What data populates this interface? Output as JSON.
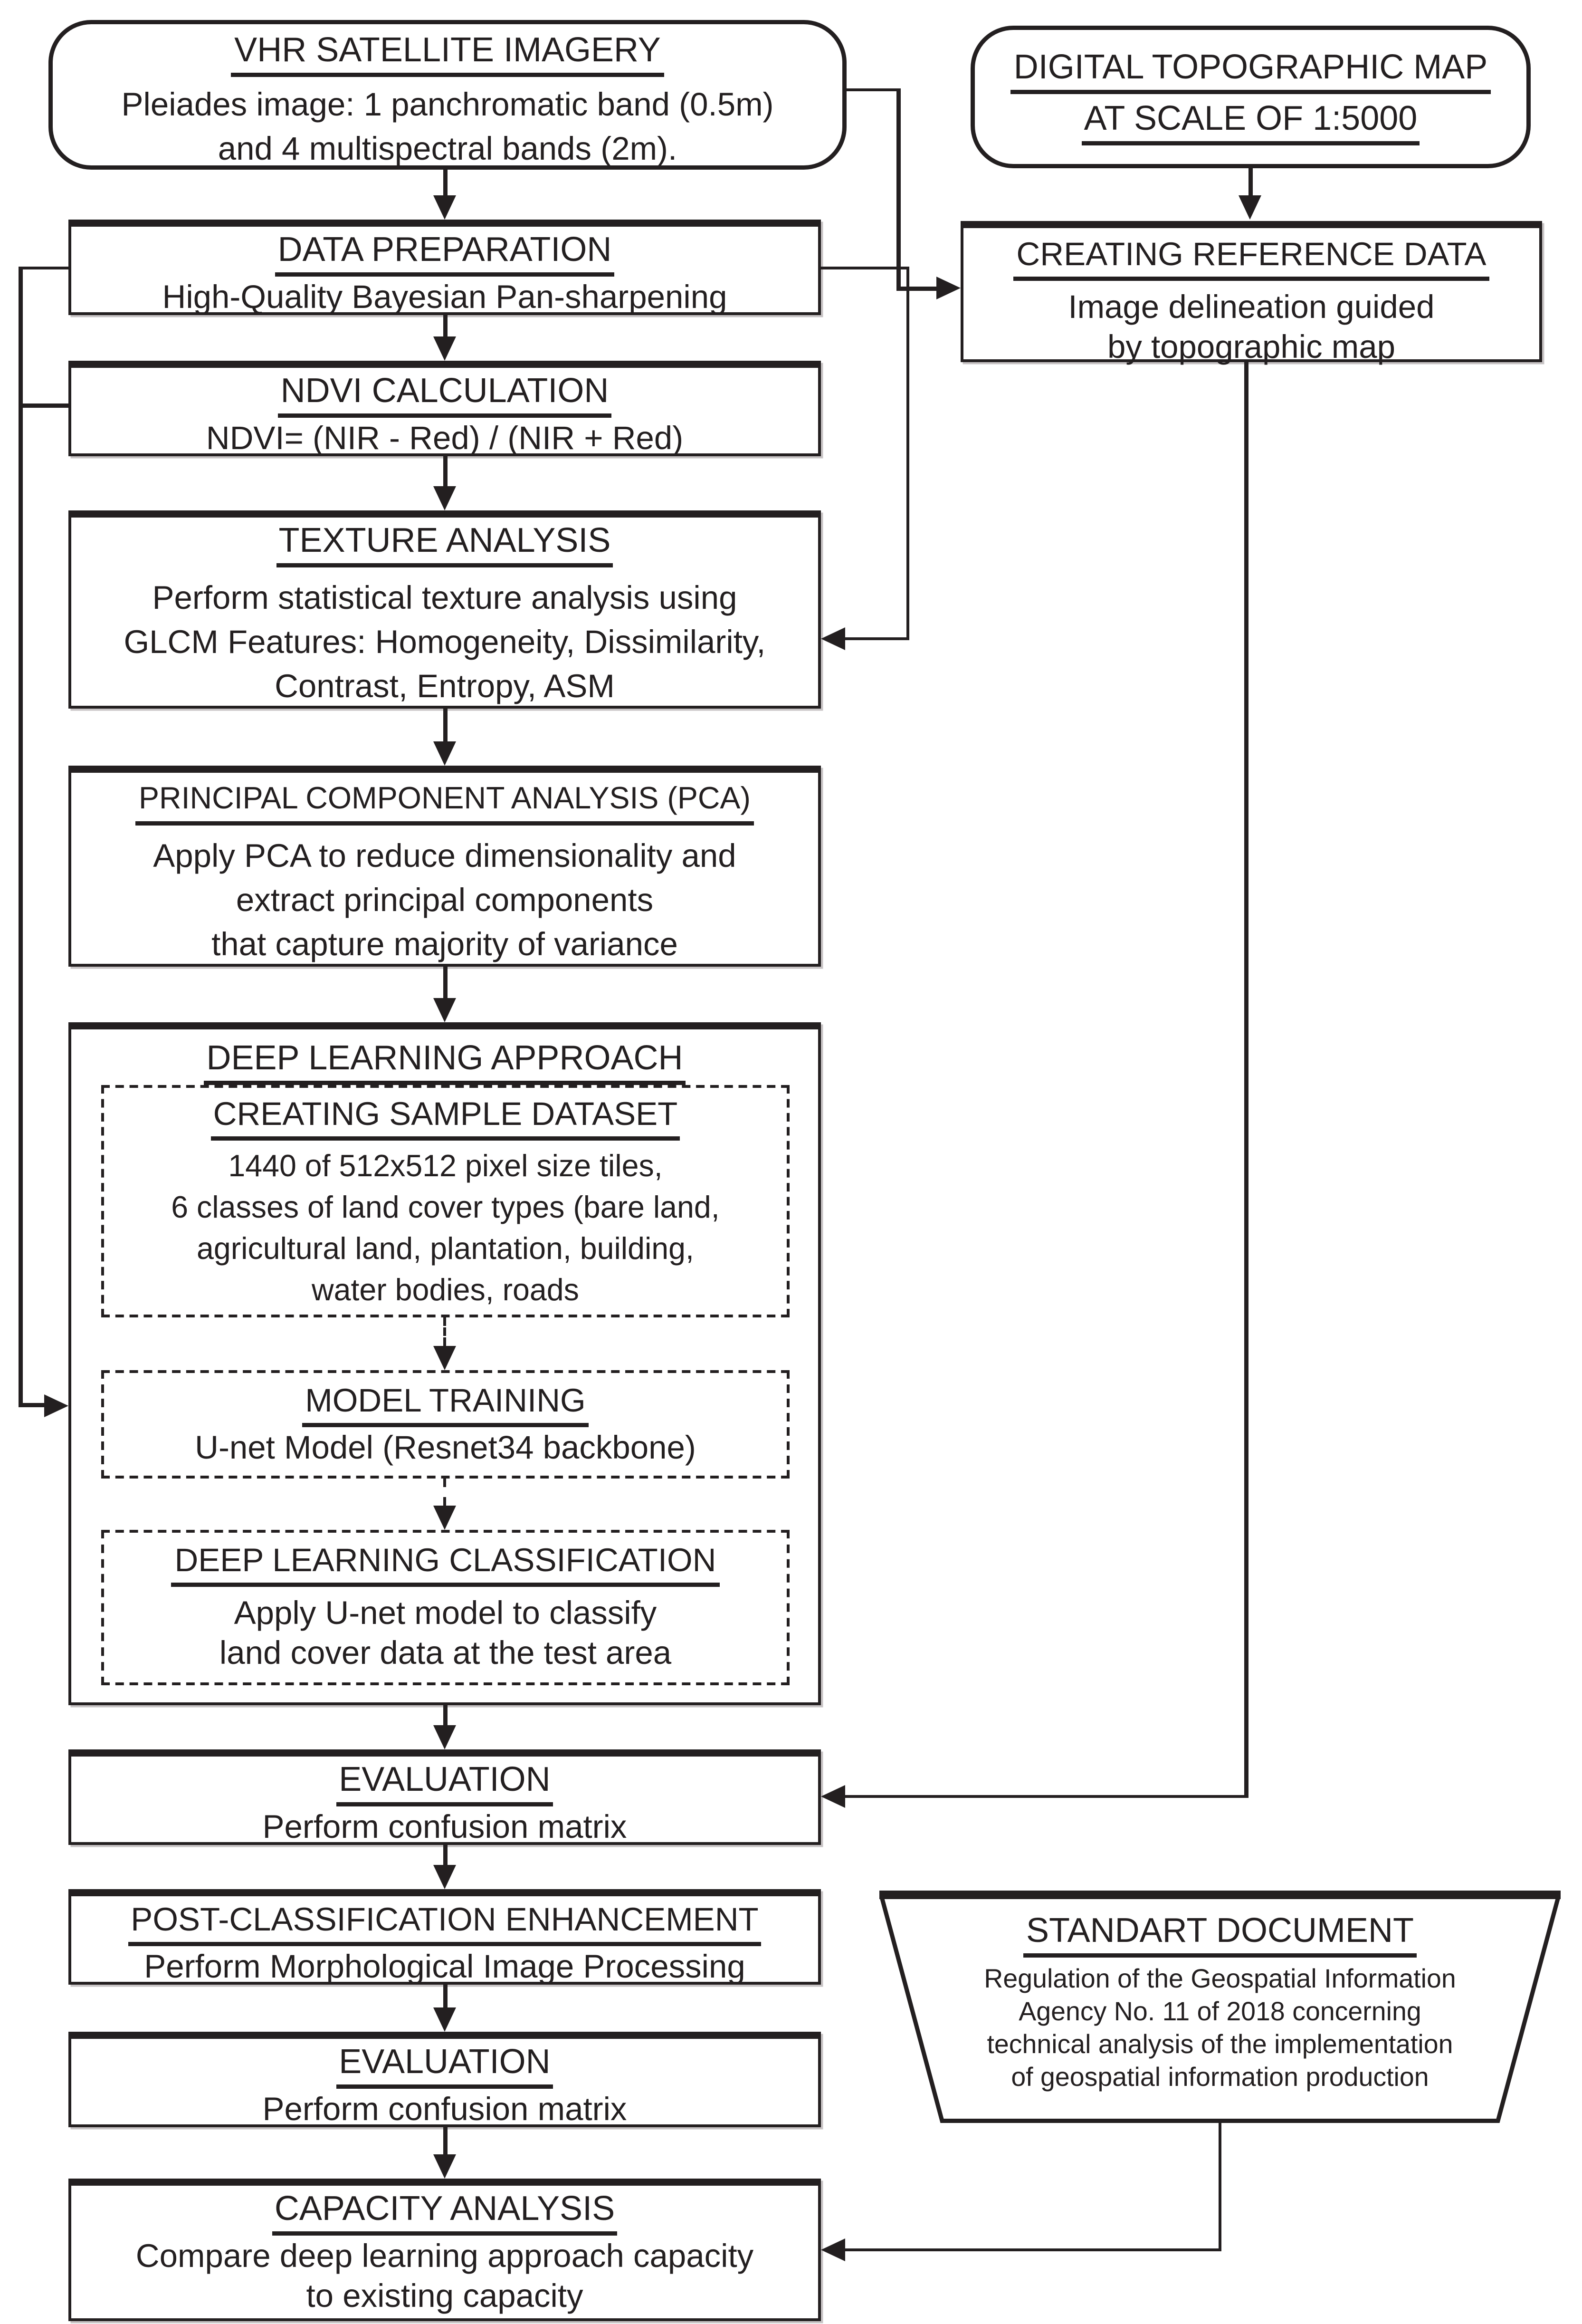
{
  "diagram": {
    "colors": {
      "ink": "#231f20",
      "background": "#ffffff"
    },
    "nodes": {
      "vhr": {
        "title": "VHR SATELLITE IMAGERY",
        "lines": [
          "Pleiades image: 1 panchromatic band (0.5m)",
          "and 4 multispectral bands (2m)."
        ]
      },
      "topo_map": {
        "title_line1": "DIGITAL TOPOGRAPHIC MAP",
        "title_line2": "AT SCALE OF 1:5000"
      },
      "data_preparation": {
        "title": "DATA PREPARATION",
        "lines": [
          "High-Quality Bayesian Pan-sharpening"
        ]
      },
      "ndvi": {
        "title": "NDVI CALCULATION",
        "lines": [
          "NDVI= (NIR - Red) / (NIR + Red)"
        ]
      },
      "reference_data": {
        "title": "CREATING REFERENCE DATA",
        "lines": [
          "Image delineation guided",
          "by topographic map"
        ]
      },
      "texture": {
        "title": "TEXTURE ANALYSIS",
        "lines": [
          "Perform statistical texture analysis using",
          "GLCM Features: Homogeneity, Dissimilarity,",
          "Contrast, Entropy, ASM"
        ]
      },
      "pca": {
        "title": "PRINCIPAL COMPONENT ANALYSIS (PCA)",
        "lines": [
          "Apply PCA to reduce dimensionality and",
          "extract principal components",
          "that capture majority of variance"
        ]
      },
      "deep_learning": {
        "title": "DEEP LEARNING APPROACH"
      },
      "sample_dataset": {
        "title": "CREATING SAMPLE DATASET",
        "lines": [
          "1440 of 512x512 pixel size tiles,",
          "6 classes of land cover types (bare land,",
          "agricultural land, plantation, building,",
          "water bodies, roads"
        ]
      },
      "model_training": {
        "title": "MODEL TRAINING",
        "lines": [
          "U-net Model (Resnet34 backbone)"
        ]
      },
      "dl_classification": {
        "title": "DEEP LEARNING CLASSIFICATION",
        "lines": [
          "Apply U-net model to classify",
          "land cover data at the test area"
        ]
      },
      "evaluation1": {
        "title": "EVALUATION",
        "lines": [
          "Perform confusion matrix"
        ]
      },
      "post_classification": {
        "title": "POST-CLASSIFICATION ENHANCEMENT",
        "lines": [
          "Perform Morphological Image Processing"
        ]
      },
      "evaluation2": {
        "title": "EVALUATION",
        "lines": [
          "Perform confusion matrix"
        ]
      },
      "standard_document": {
        "title": "STANDART DOCUMENT",
        "lines": [
          "Regulation of the Geospatial Information",
          "Agency No. 11 of 2018 concerning",
          "technical analysis of the implementation",
          "of geospatial information production"
        ]
      },
      "capacity": {
        "title": "CAPACITY ANALYSIS",
        "lines": [
          "Compare deep learning approach capacity",
          "to existing capacity"
        ]
      }
    }
  }
}
